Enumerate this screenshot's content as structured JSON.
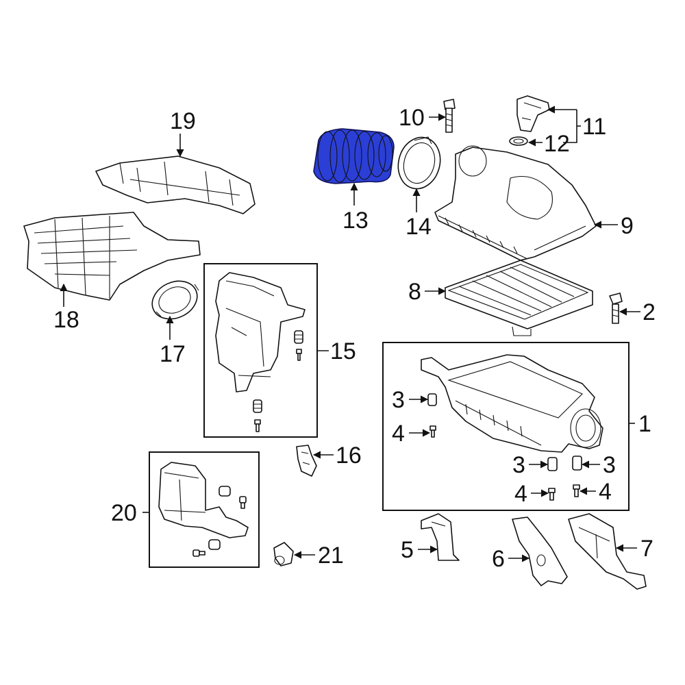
{
  "highlight_color": "#2b3fd6",
  "highlighted_part": "13",
  "callouts": {
    "c1": "1",
    "c2": "2",
    "c3a": "3",
    "c3b": "3",
    "c3c": "3",
    "c4a": "4",
    "c4b": "4",
    "c4c": "4",
    "c5": "5",
    "c6": "6",
    "c7": "7",
    "c8": "8",
    "c9": "9",
    "c10": "10",
    "c11": "11",
    "c12": "12",
    "c13": "13",
    "c14": "14",
    "c15": "15",
    "c16": "16",
    "c17": "17",
    "c18": "18",
    "c19": "19",
    "c20": "20",
    "c21": "21"
  }
}
